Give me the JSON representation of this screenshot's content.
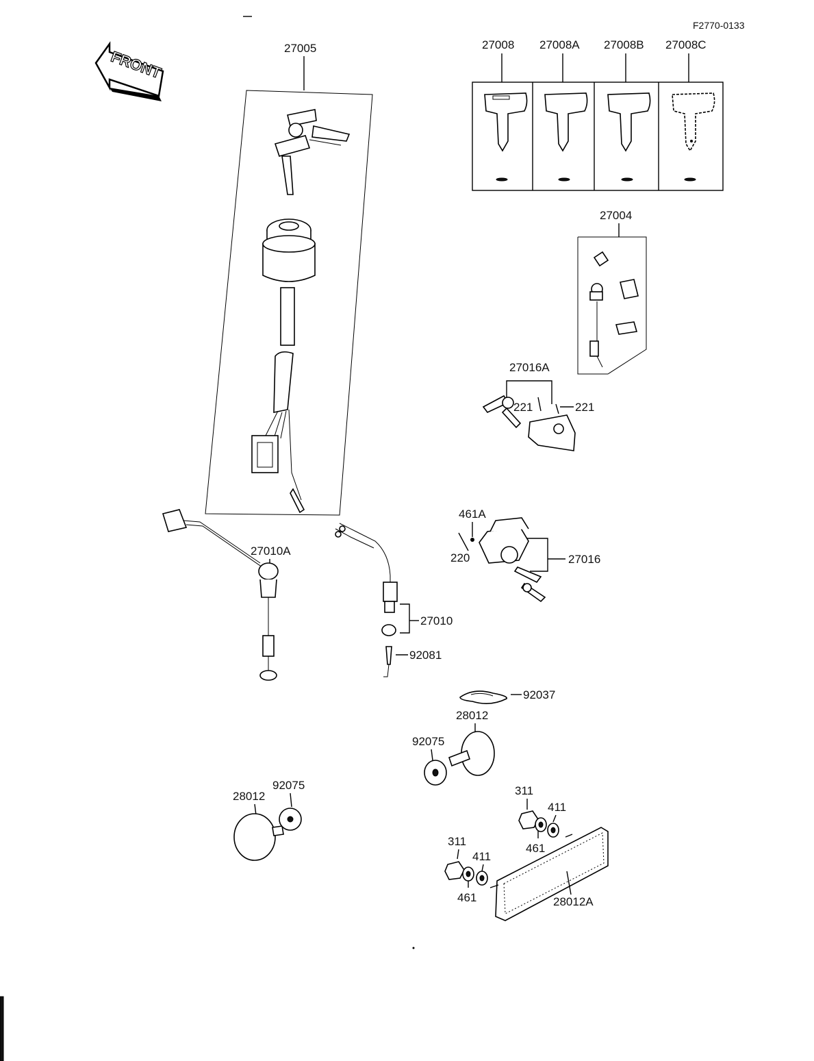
{
  "drawing_code": "F2770-0133",
  "front_badge": "FRONT",
  "parts": {
    "p27005": "27005",
    "p27008": "27008",
    "p27008A": "27008A",
    "p27008B": "27008B",
    "p27008C": "27008C",
    "p27004": "27004",
    "p27016A": "27016A",
    "p221a": "221",
    "p221b": "221",
    "p461A": "461A",
    "p220": "220",
    "p27016": "27016",
    "p27010A": "27010A",
    "p27010": "27010",
    "p92081": "92081",
    "p92037": "92037",
    "p28012a": "28012",
    "p92075a": "92075",
    "p28012b": "28012",
    "p92075b": "92075",
    "p311a": "311",
    "p411a": "411",
    "p461a": "461",
    "p311b": "311",
    "p411b": "411",
    "p461b": "461",
    "p28012A": "28012A"
  }
}
